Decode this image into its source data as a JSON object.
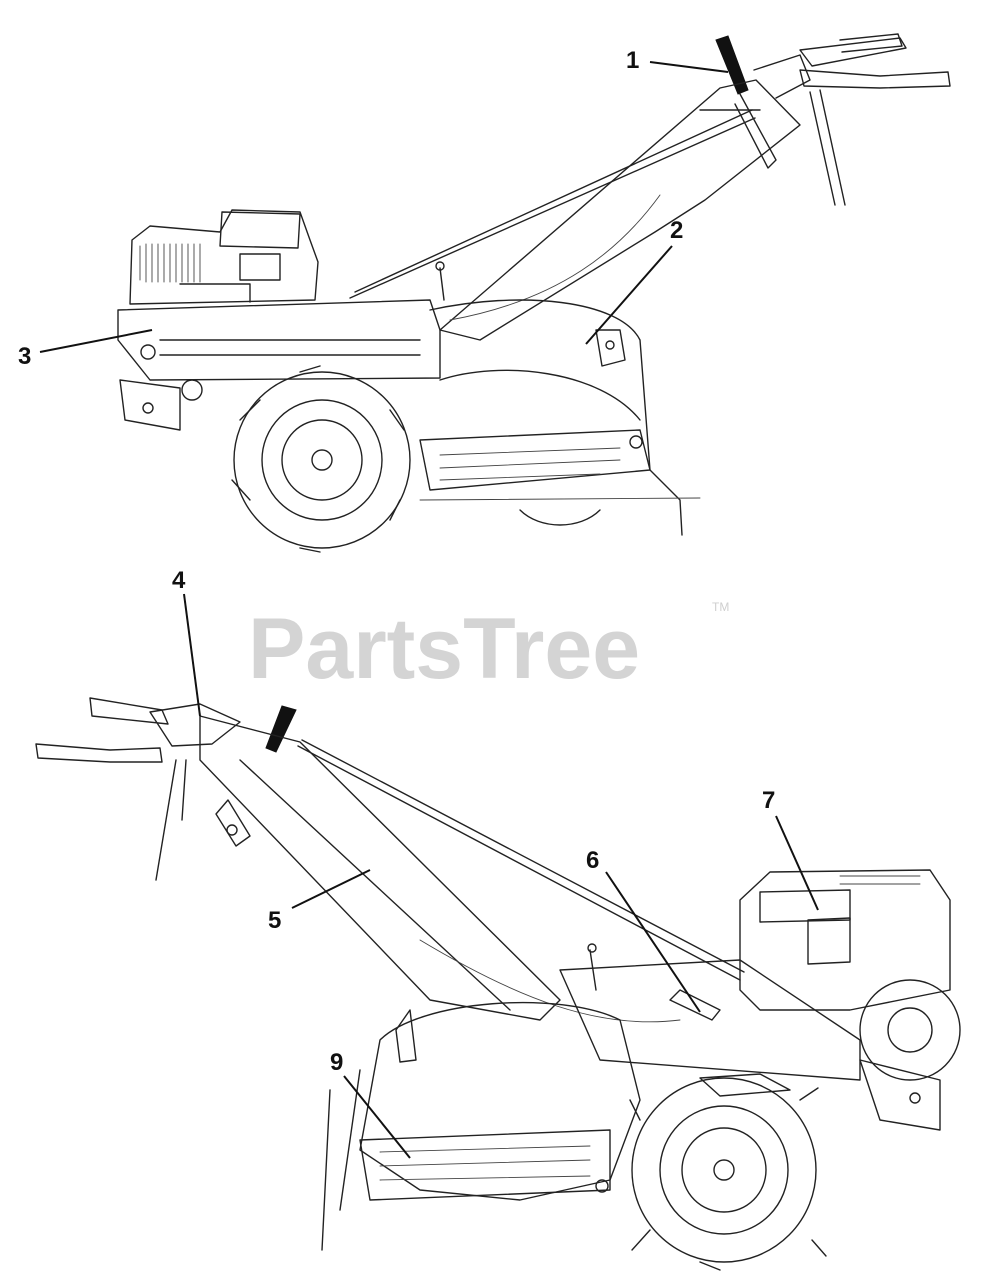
{
  "watermark": {
    "text": "PartsTree",
    "tm": "TM"
  },
  "callouts": [
    "1",
    "2",
    "3",
    "4",
    "5",
    "6",
    "7",
    "9"
  ],
  "colors": {
    "line": "#222222",
    "watermark": "#d4d4d4",
    "background": "#ffffff"
  }
}
